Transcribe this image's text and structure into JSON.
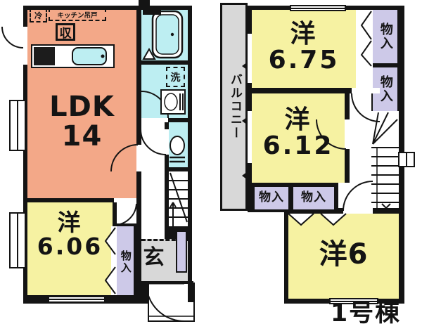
{
  "building_label": "1号棟",
  "colors": {
    "wall": "#141414",
    "ldk_salmon": "#f3a888",
    "room_yellow": "#f6f2a2",
    "wet_area_blue": "#bdeef2",
    "closet_lavender": "#cdc9e8",
    "balcony_gray": "#d8d8d8"
  },
  "floor1": {
    "ldk": {
      "name": "LDK",
      "size": "14"
    },
    "kitchen": {
      "fridge": "冷",
      "hanging_cabinet": "キッチン吊戸",
      "storage": "収"
    },
    "washroom": {
      "washer": "洗"
    },
    "bedroom": {
      "name": "洋",
      "size": "6.06"
    },
    "closet": "物入",
    "entrance": "玄"
  },
  "floor2": {
    "balcony": "バルコニー",
    "room_a": {
      "name": "洋",
      "size": "6.75"
    },
    "room_b": {
      "name": "洋",
      "size": "6.12"
    },
    "room_c": {
      "name": "洋6"
    },
    "closets": [
      "物入",
      "物入",
      "物入",
      "物入"
    ]
  }
}
